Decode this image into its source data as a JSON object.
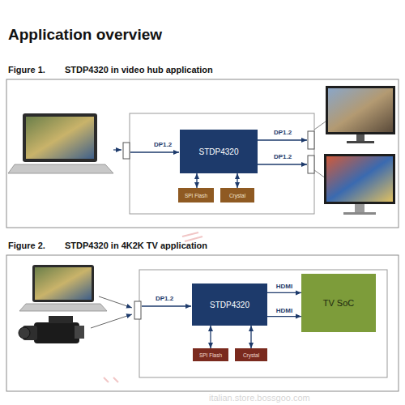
{
  "diagram": {
    "title": "Application overview",
    "nodes": [
      {
        "text": [
          "STDP4320"
        ]
      },
      {
        "text": [
          "SPI Flash"
        ]
      },
      {
        "text": [
          "Crystal"
        ]
      },
      {
        "text": [
          "STDP4320"
        ]
      },
      {
        "text": [
          "SPI Flash"
        ]
      },
      {
        "text": [
          "Crystal"
        ]
      },
      {
        "text": [
          "TV SoC"
        ]
      }
    ],
    "edges": [
      {
        "from": 0,
        "to": 1,
        "arrow": "both"
      },
      {
        "from": 0,
        "to": 2,
        "arrow": "both"
      },
      {
        "from": 3,
        "to": 4,
        "arrow": "both"
      },
      {
        "from": 3,
        "to": 5,
        "arrow": "both"
      },
      {
        "from": 3,
        "to": 6,
        "label": "HDMI",
        "arrow": "to"
      },
      {
        "from": 3,
        "to": 6,
        "label": "HDMI",
        "arrow": "to"
      }
    ],
    "labels": [
      "Figure 1.",
      "STDP4320 in video hub application",
      "DP1.2",
      "DP1.2",
      "DP1.2",
      "Figure 2.",
      "STDP4320 in 4K2K TV application",
      "DP1.2",
      "italian.store.bossgoo.com"
    ]
  }
}
